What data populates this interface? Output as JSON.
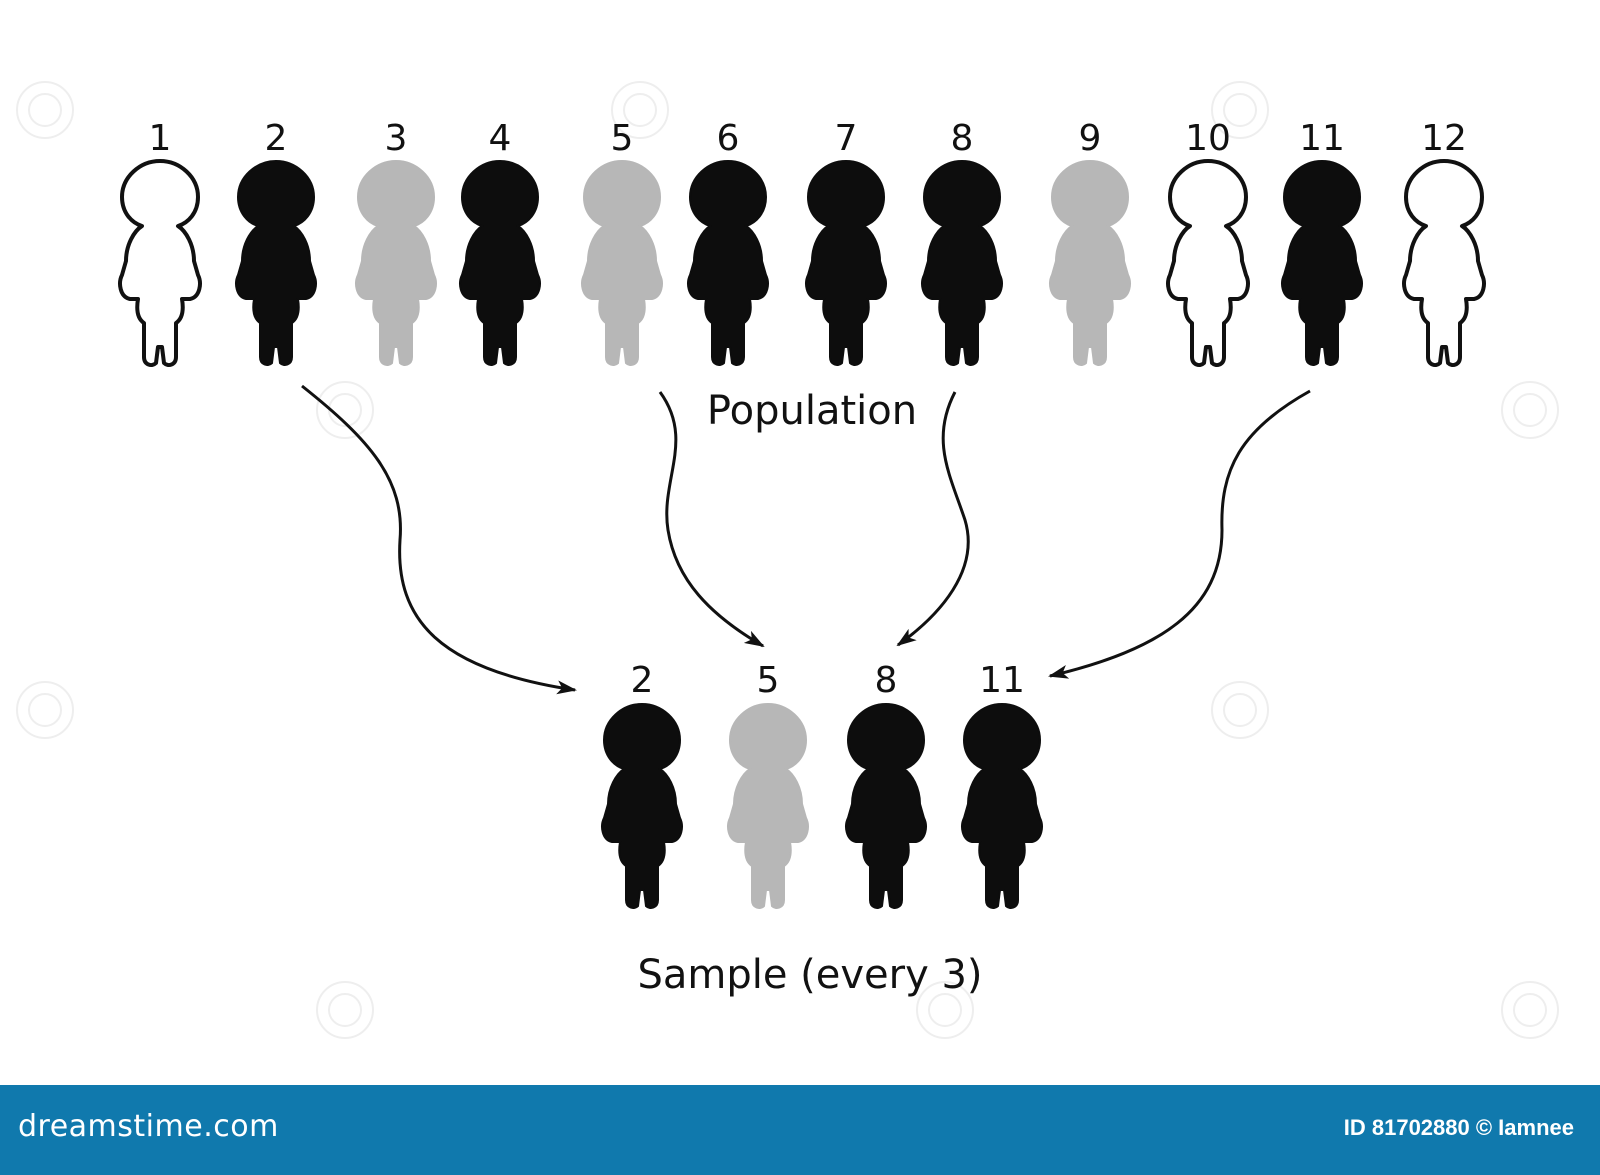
{
  "population": {
    "caption": "Population",
    "people": [
      {
        "label": "1",
        "fill": "white"
      },
      {
        "label": "2",
        "fill": "black"
      },
      {
        "label": "3",
        "fill": "gray"
      },
      {
        "label": "4",
        "fill": "black"
      },
      {
        "label": "5",
        "fill": "gray"
      },
      {
        "label": "6",
        "fill": "black"
      },
      {
        "label": "7",
        "fill": "black"
      },
      {
        "label": "8",
        "fill": "black"
      },
      {
        "label": "9",
        "fill": "gray"
      },
      {
        "label": "10",
        "fill": "white"
      },
      {
        "label": "11",
        "fill": "black"
      },
      {
        "label": "12",
        "fill": "white"
      }
    ]
  },
  "sample": {
    "caption": "Sample (every 3)",
    "people": [
      {
        "label": "2",
        "fill": "black"
      },
      {
        "label": "5",
        "fill": "gray"
      },
      {
        "label": "8",
        "fill": "black"
      },
      {
        "label": "11",
        "fill": "black"
      }
    ]
  },
  "colors": {
    "black": "#0d0d0d",
    "gray": "#b7b7b7",
    "white": "#ffffff",
    "outline": "#111111",
    "footer_bg": "#1079ad"
  },
  "footer": {
    "logo": "dreamstime.com",
    "id_text": "ID 81702880 © Iamnee"
  }
}
